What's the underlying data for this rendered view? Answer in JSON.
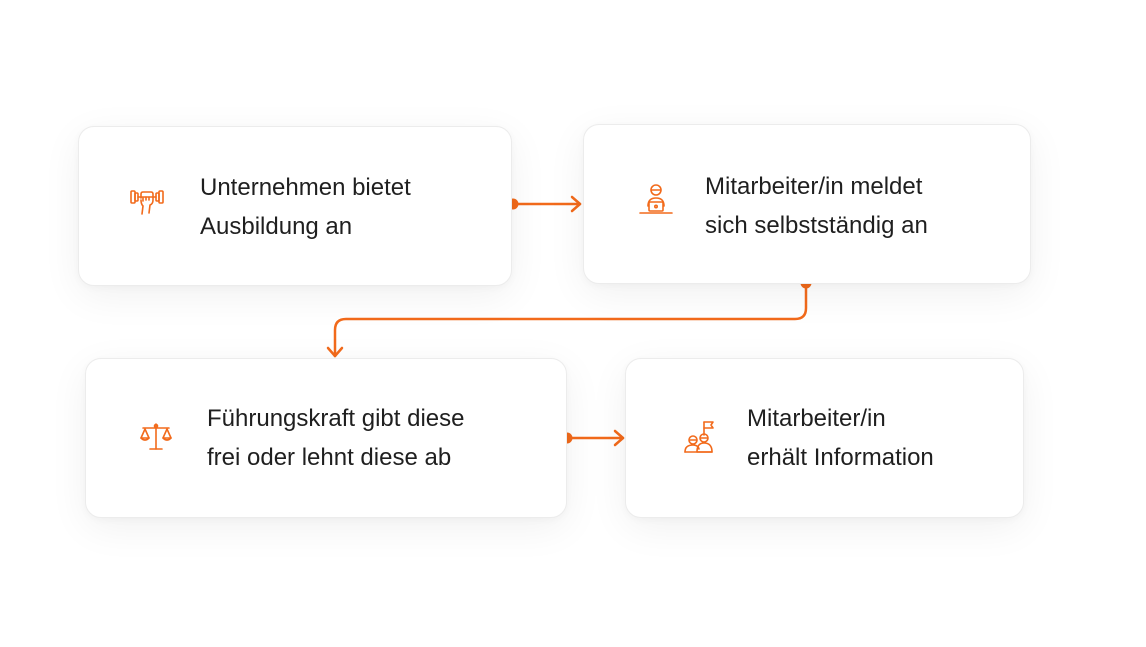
{
  "accent_color": "#F26A1B",
  "steps": [
    {
      "icon": "dumbbell-hand-icon",
      "line1": "Unternehmen bietet",
      "line2": "Ausbildung an"
    },
    {
      "icon": "person-laptop-icon",
      "line1": "Mitarbeiter/in meldet",
      "line2": "sich selbstständig an"
    },
    {
      "icon": "scale-balance-icon",
      "line1": "Führungskraft gibt diese",
      "line2": "frei oder lehnt diese ab"
    },
    {
      "icon": "people-flag-icon",
      "line1": "Mitarbeiter/in",
      "line2": "erhält Information"
    }
  ]
}
